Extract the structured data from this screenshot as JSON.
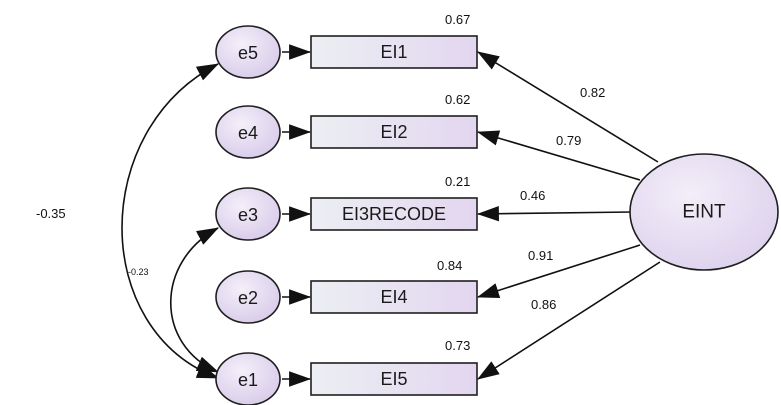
{
  "latent": {
    "label": "EINT"
  },
  "indicators": [
    {
      "label": "EI1",
      "error": "e5",
      "r2": "0.67",
      "loading": "0.82"
    },
    {
      "label": "EI2",
      "error": "e4",
      "r2": "0.62",
      "loading": "0.79"
    },
    {
      "label": "EI3RECODE",
      "error": "e3",
      "r2": "0.21",
      "loading": "0.46"
    },
    {
      "label": "EI4",
      "error": "e2",
      "r2": "0.84",
      "loading": "0.91"
    },
    {
      "label": "EI5",
      "error": "e1",
      "r2": "0.73",
      "loading": "0.86"
    }
  ],
  "covariances": [
    {
      "from": "e5",
      "to": "e1",
      "value": "-0.35"
    },
    {
      "from": "e3",
      "to": "e1",
      "value": "-0.23"
    }
  ],
  "colors": {
    "fill_light": "#f1ecf8",
    "fill_dark": "#d9cdea",
    "box_left": "#e9edf2",
    "box_right": "#e4d8f0",
    "stroke": "#1f1f1f"
  }
}
